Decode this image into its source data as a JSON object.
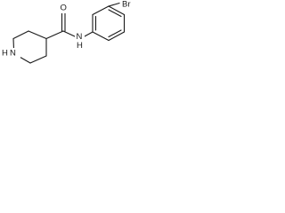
{
  "molecule": {
    "atoms": {
      "O": "O",
      "Br": "Br",
      "N_amide": "N",
      "H_amide": "H",
      "N_ring": "N",
      "H_ring": "H"
    },
    "colors": {
      "bond": "#1a1a1a",
      "label": "#1a1a1a",
      "background": "#ffffff"
    }
  }
}
